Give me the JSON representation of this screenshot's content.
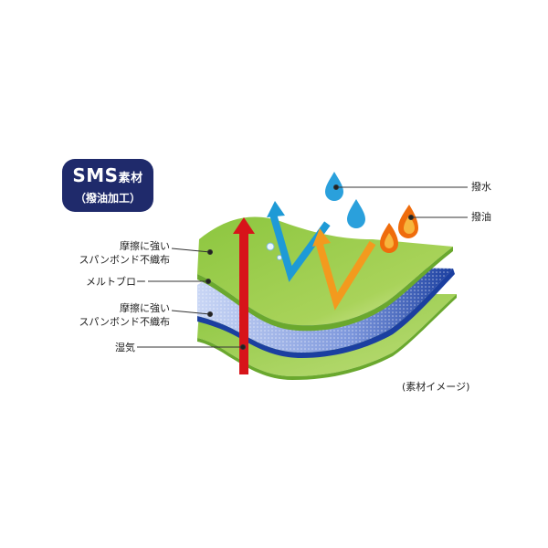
{
  "badge": {
    "title_main": "SMS",
    "title_suffix": "素材",
    "subtitle": "（撥油加工）"
  },
  "labels": {
    "top_layer_line1": "摩擦に強い",
    "top_layer_line2": "スパンボンド不織布",
    "middle_layer": "メルトブロー",
    "bottom_layer_line1": "摩擦に強い",
    "bottom_layer_line2": "スパンボンド不織布",
    "moisture": "湿気",
    "water_repellent": "撥水",
    "oil_repellent": "撥油",
    "caption": "(素材イメージ)"
  },
  "colors": {
    "badge_bg": "#1f2a6b",
    "layer_green": "#8cc63f",
    "layer_green_light": "#c8e08a",
    "layer_blue": "#1b3fa0",
    "layer_blue_light": "#9fb4e8",
    "arrow_red": "#d7141a",
    "arrow_blue": "#1e9ad6",
    "arrow_orange": "#f39a1e",
    "drop_blue": "#2aa0dc",
    "drop_orange": "#ef6c0c"
  },
  "icons": [
    "water-drop-icon",
    "flame-drop-icon"
  ]
}
